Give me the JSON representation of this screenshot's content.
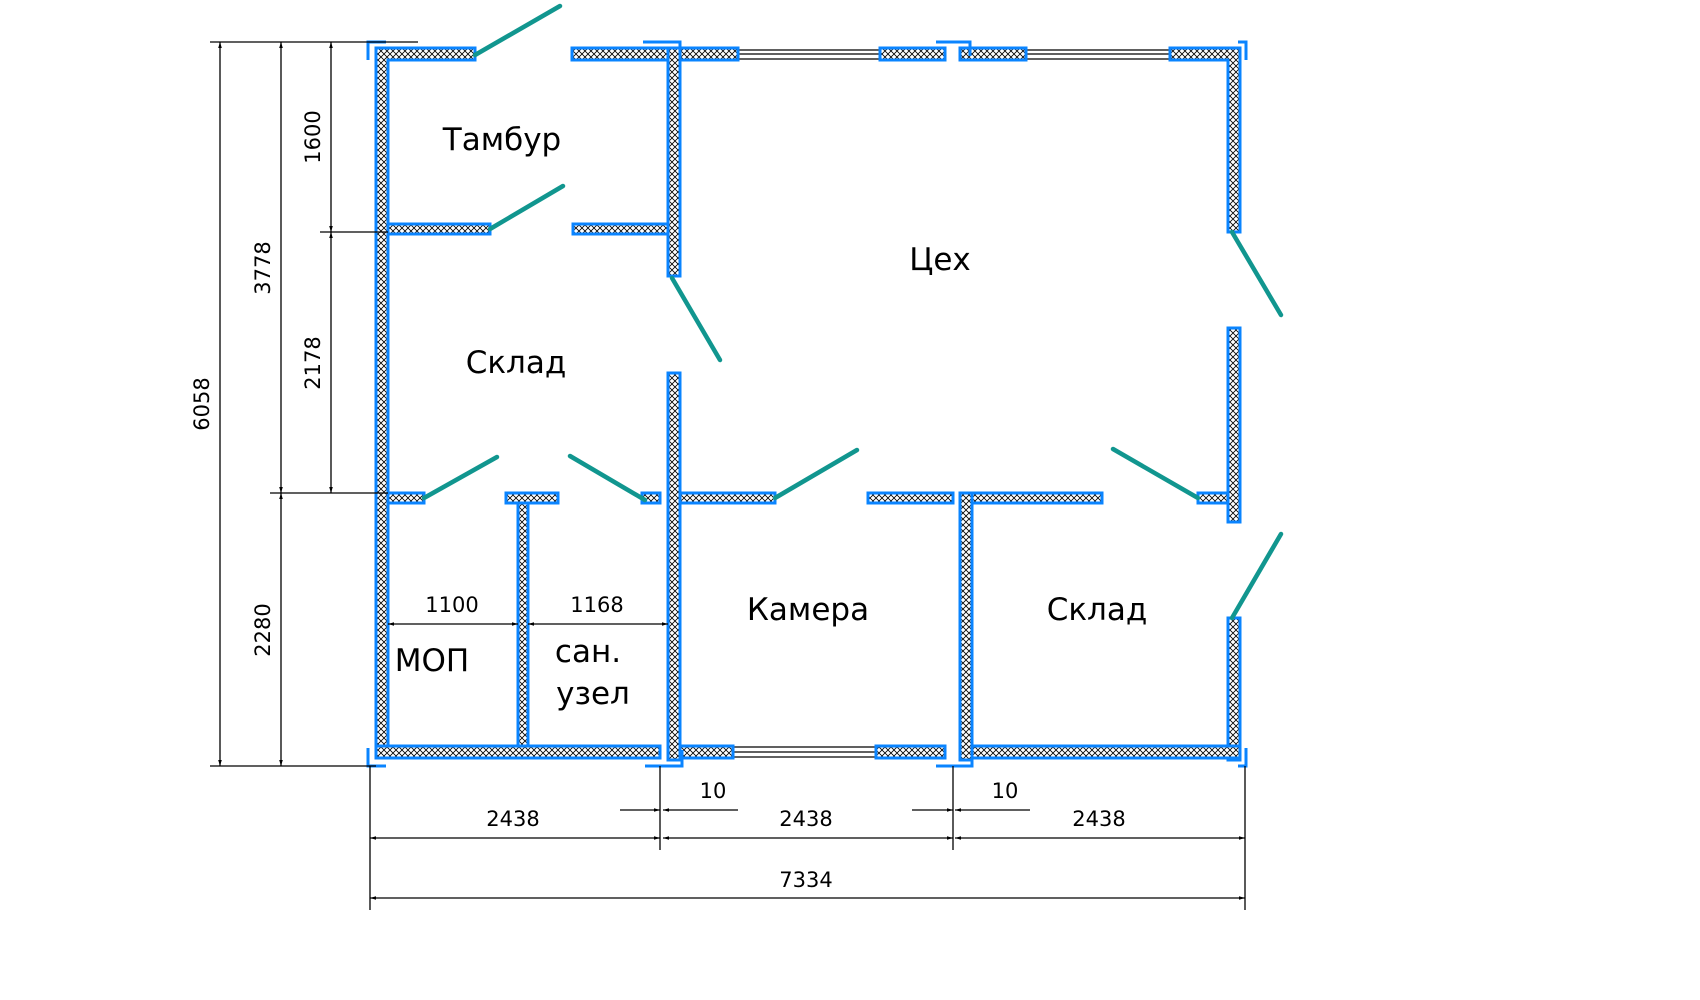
{
  "rooms": {
    "tambur": "Тамбур",
    "tsekh": "Цех",
    "sklad_left": "Склад",
    "kamera": "Камера",
    "sklad_right": "Склад",
    "mop": "МОП",
    "sanuzel_1": "сан.",
    "sanuzel_2": "узел"
  },
  "dimensions": {
    "total_height": "6058",
    "upper_height": "3778",
    "lower_height": "2280",
    "tambur_height": "1600",
    "sklad_height": "2178",
    "mop_width": "1100",
    "sanuzel_width": "1168",
    "module_1": "2438",
    "module_2": "2438",
    "module_3": "2438",
    "gap_1": "10",
    "gap_2": "10",
    "total_width": "7334"
  },
  "colors": {
    "wall_outline": "#0a84ff",
    "door": "#11968f"
  }
}
